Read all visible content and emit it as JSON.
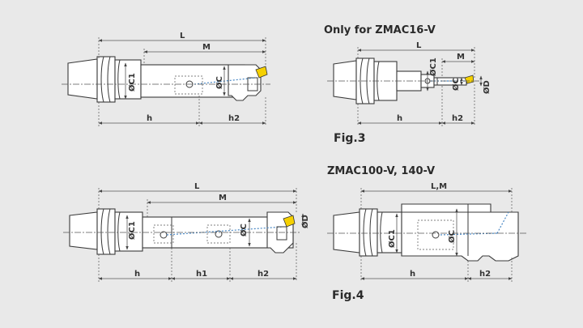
{
  "titles": {
    "zmac16": "Only for ZMAC16-V",
    "zmac100": "ZMAC100-V, 140-V"
  },
  "captions": {
    "fig3": "Fig.3",
    "fig4": "Fig.4"
  },
  "labels": {
    "L": "L",
    "M": "M",
    "h": "h",
    "h1": "h1",
    "h2": "h2",
    "C": "ØC",
    "C1": "ØC1",
    "D": "ØD",
    "LM": "L,M"
  },
  "colors": {
    "coolant": "#4a88c4",
    "insert": "#f5d000",
    "background": "#e9e9e9"
  }
}
